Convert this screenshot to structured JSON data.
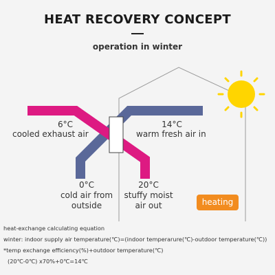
{
  "header": {
    "title": "HEAT RECOVERY CONCEPT",
    "subtitle": "operation in winter"
  },
  "labels": {
    "exhaust_temp": "6°C",
    "exhaust_desc": "cooled exhaust air",
    "fresh_temp": "14°C",
    "fresh_desc": "warm fresh air in",
    "outside_temp": "0°C",
    "outside_desc_1": "cold air from",
    "outside_desc_2": "outside",
    "stuffy_temp": "20°C",
    "stuffy_desc_1": "stuffy moist",
    "stuffy_desc_2": "air out"
  },
  "badge": {
    "heating": "heating"
  },
  "equation": {
    "line1": "heat-exchange calculating equation",
    "line2": "winter: indoor supply air temperature(℃)=(indoor temperarure(℃)-outdoor temperature(℃))",
    "line3": "*temp exchange efficiency(%)+outdoor temperature(℃)",
    "line4": "(20℃-0℃) x70%+0℃=14℃"
  },
  "colors": {
    "magenta": "#dd1a82",
    "slate_blue": "#5a6899",
    "sun": "#ffd500",
    "badge": "#f28c1f",
    "house_outline": "#9a9a9a"
  }
}
